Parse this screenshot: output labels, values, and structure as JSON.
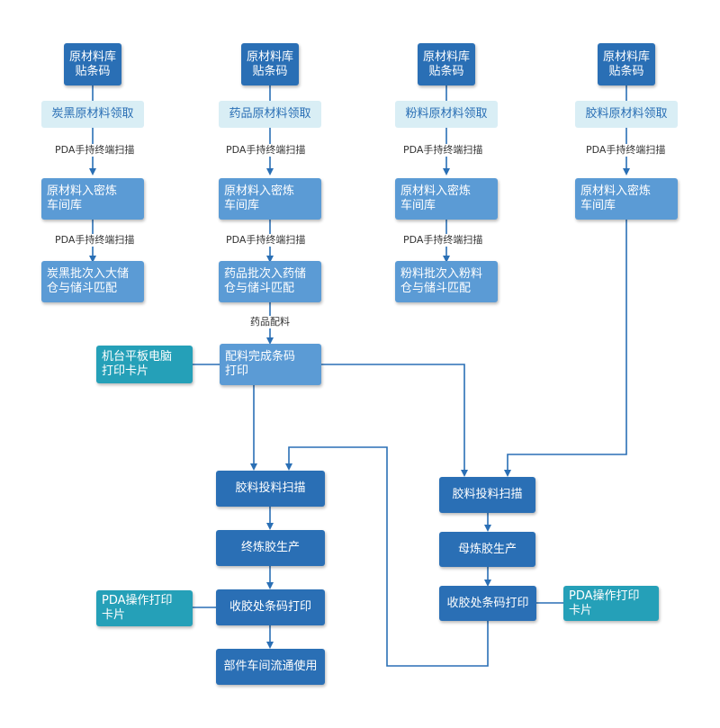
{
  "raw_storage": "原材料库\n贴条码",
  "receive": {
    "carbon": "炭黑原材料领取",
    "drug": "药品原材料领取",
    "powder": "粉料原材料领取",
    "rubber": "胶料原材料领取"
  },
  "scan_label": "PDA手持终端扫描",
  "warehouse": "原材料入密炼\n车间库",
  "batch": {
    "carbon": "炭黑批次入大储\n仓与储斗匹配",
    "drug": "药品批次入药储\n仓与储斗匹配",
    "powder": "粉料批次入粉料\n仓与储斗匹配"
  },
  "drug_mix_label": "药品配料",
  "mix_done": "配料完成条码\n打印",
  "tablet_print": "机台平板电脑\n打印卡片",
  "left_chain": {
    "feed_scan": "胶料投料扫描",
    "final": "终炼胶生产",
    "barcode": "收胶处条码打印",
    "use": "部件车间流通使用"
  },
  "right_chain": {
    "feed_scan": "胶料投料扫描",
    "master": "母炼胶生产",
    "barcode": "收胶处条码打印"
  },
  "pda_print": "PDA操作打印\n卡片",
  "colors": {
    "dark": "#2a6fb5",
    "mid": "#5b9bd5",
    "teal": "#25a0b8",
    "light": "#d9eef5",
    "edge": "#2a6fb5"
  }
}
